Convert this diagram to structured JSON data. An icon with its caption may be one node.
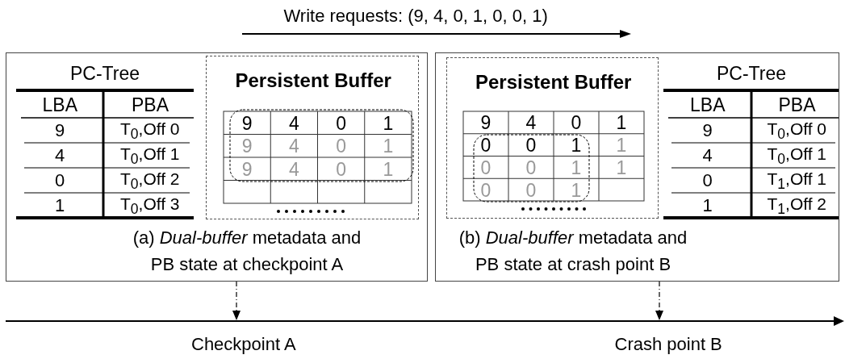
{
  "diagram": {
    "nodes": [
      {
        "text": [
          "(a) *Dual-buffer* metadata and PB state at checkpoint A"
        ]
      },
      {
        "text": [
          "Persistent Buffer",
          "9",
          "4",
          "0",
          "1",
          "9",
          "4",
          "0",
          "1",
          "9",
          "4",
          "0",
          "1"
        ],
        "in": 0
      },
      {
        "text": [
          "(b) *Dual-buffer* metadata and PB state at crash point B"
        ]
      },
      {
        "text": [
          "Persistent Buffer",
          "9",
          "4",
          "0",
          "1",
          "0",
          "0",
          "1",
          "1",
          "0",
          "0",
          "1",
          "1",
          "0",
          "0",
          "1"
        ],
        "in": 2
      }
    ],
    "edges": [
      {
        "from": 0,
        "to": null,
        "arrow": "to",
        "style": "dashed"
      },
      {
        "from": 2,
        "to": null,
        "arrow": "to",
        "style": "dashed"
      }
    ],
    "labels": [
      "Write  requests: (9, 4, 0, 1, 0, 0, 1)",
      "PC-Tree",
      "LBA",
      "PBA",
      "9",
      "T$_{0}$,Off 0",
      "4",
      "T$_{0}$,Off 1",
      "0",
      "T$_{0}$,Off 2",
      "1",
      "T$_{0}$,Off 3",
      "PC-Tree",
      "LBA",
      "PBA",
      "9",
      "T$_{0}$,Off 0",
      "4",
      "T$_{0}$,Off 1",
      "0",
      "T$_{1}$,Off 1",
      "1",
      "T$_{1}$,Off 2",
      "Checkpoint A",
      "Crash point B"
    ]
  }
}
